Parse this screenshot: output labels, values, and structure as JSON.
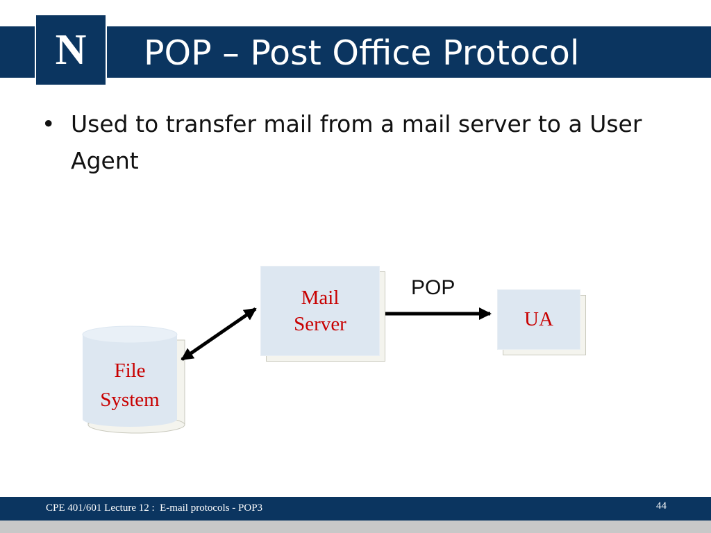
{
  "logo": {
    "letter": "N"
  },
  "slide": {
    "title": "POP – Post Office Protocol",
    "bullet": "Used to transfer mail from a mail server to a User Agent"
  },
  "diagram": {
    "mail_server": [
      "Mail",
      "Server"
    ],
    "file_system": [
      "File",
      "System"
    ],
    "user_agent": "UA",
    "protocol_label": "POP"
  },
  "footer": {
    "text": "CPE 401/601 Lecture 12 :  E-mail protocols - POP3",
    "page_number": "44"
  },
  "colors": {
    "brand_blue": "#0b3560",
    "label_red": "#c80000",
    "box_fill": "#dde7f1"
  }
}
